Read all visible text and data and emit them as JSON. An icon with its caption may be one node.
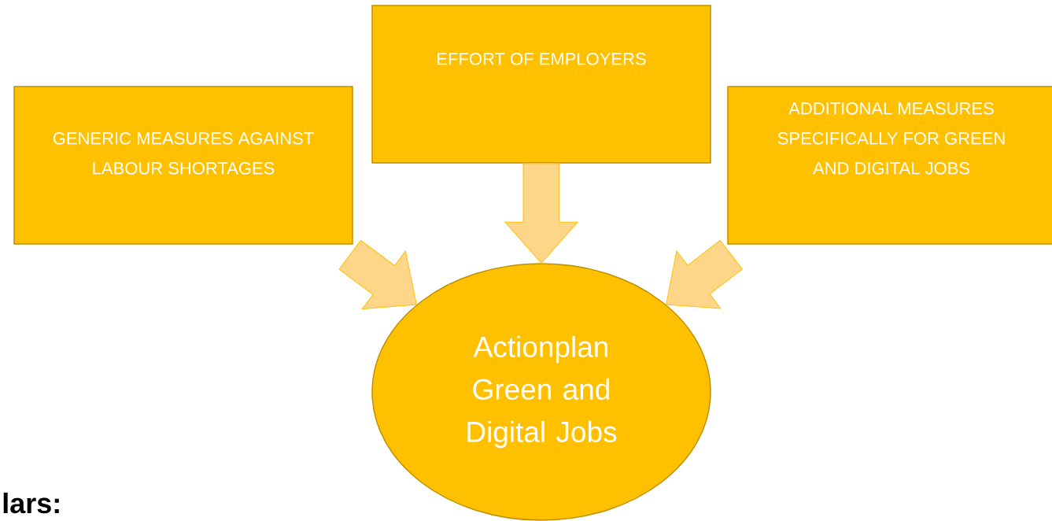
{
  "diagram": {
    "nodes": [
      {
        "text": [
          "GENERIC MEASURES AGAINST LABOUR SHORTAGES"
        ]
      },
      {
        "text": [
          "EFFORT OF EMPLOYERS"
        ]
      },
      {
        "text": [
          "ADDITIONAL MEASURES SPECIFICALLY FOR GREEN AND DIGITAL JOBS"
        ]
      },
      {
        "text": [
          "Actionplan Green and Digital Jobs"
        ]
      }
    ],
    "edges": [
      {
        "from": 0,
        "to": 3,
        "arrow": "to"
      },
      {
        "from": 1,
        "to": 3,
        "arrow": "to"
      },
      {
        "from": 2,
        "to": 3,
        "arrow": "to"
      }
    ],
    "labels": [
      "lars:"
    ]
  }
}
